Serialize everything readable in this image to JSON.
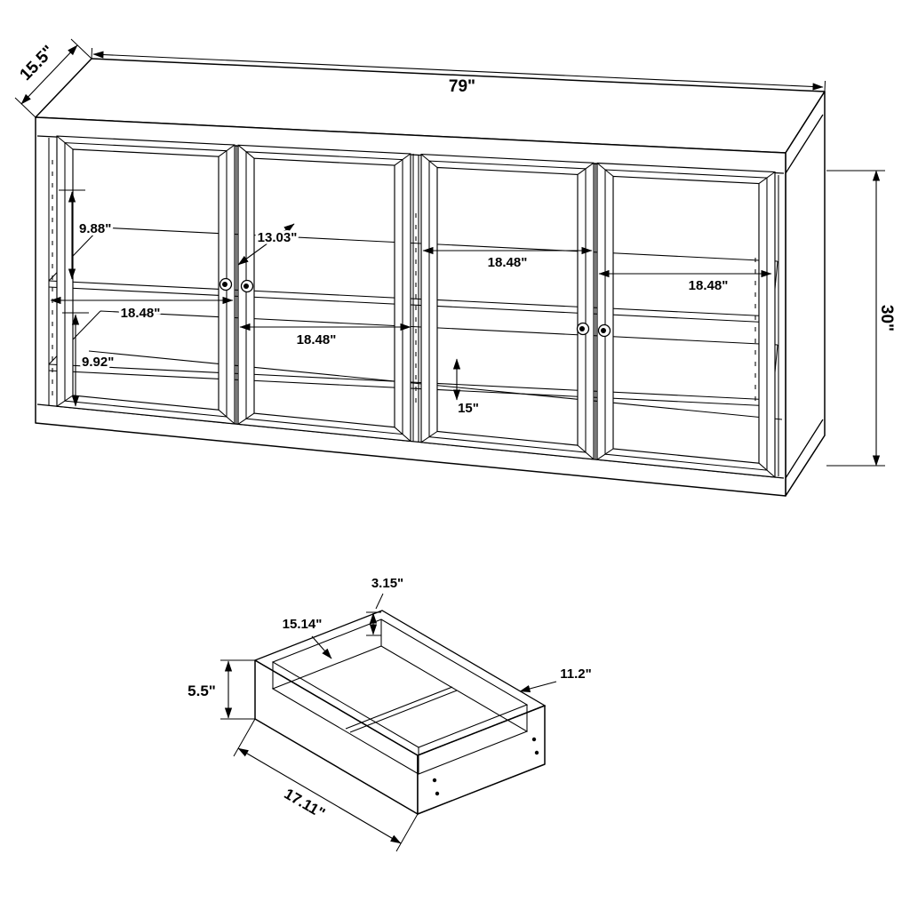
{
  "cabinet": {
    "width": "79\"",
    "depth": "15.5\"",
    "height": "30\"",
    "upper_opening_height": "9.88\"",
    "shelf_depth": "13.03\"",
    "lower_opening_height": "9.92\"",
    "base_opening_height": "15\"",
    "compartment_widths": [
      "18.48\"",
      "18.48\"",
      "18.48\"",
      "18.48\""
    ]
  },
  "drawer": {
    "side_height": "3.15\"",
    "interior_depth": "15.14\"",
    "interior_width": "11.2\"",
    "front_height": "5.5\"",
    "width": "17.11\""
  },
  "colors": {
    "line": "#000000",
    "background": "#ffffff"
  }
}
